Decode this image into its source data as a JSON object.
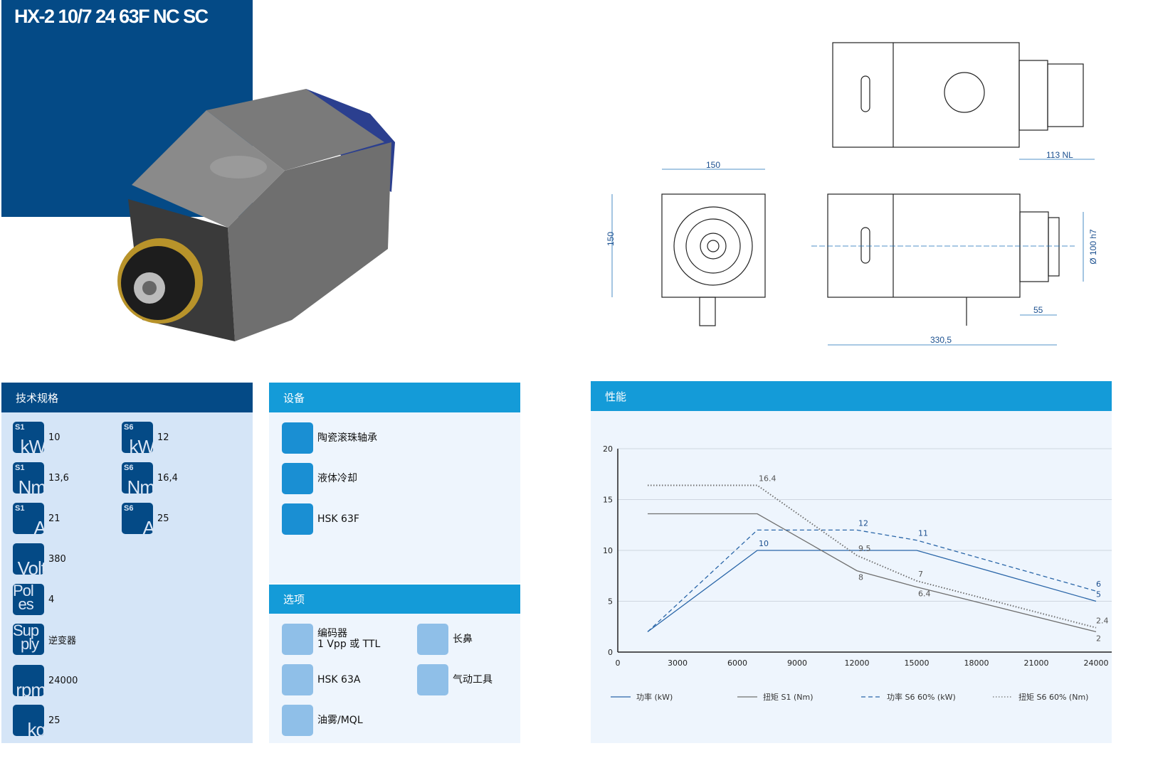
{
  "title": "HX-2 10/7 24 63F NC SC",
  "specs": {
    "header": "技术规格",
    "items": [
      {
        "tag": "S1",
        "unit": "kW",
        "value": "10"
      },
      {
        "tag": "S6",
        "unit": "kW",
        "value": "12"
      },
      {
        "tag": "S1",
        "unit": "Nm",
        "value": "13,6"
      },
      {
        "tag": "S6",
        "unit": "Nm",
        "value": "16,4"
      },
      {
        "tag": "S1",
        "unit": "A",
        "value": "21"
      },
      {
        "tag": "S6",
        "unit": "A",
        "value": "25"
      },
      {
        "unit": "Volt",
        "value": "380"
      },
      {
        "unit1": "Pol",
        "unit2": "es",
        "value": "4"
      },
      {
        "unit1": "Sup",
        "unit2": "ply",
        "value": "逆变器"
      },
      {
        "unit": "rpm",
        "value": "24000"
      },
      {
        "unit": "kg",
        "value": "25"
      }
    ]
  },
  "equipment": {
    "header": "设备",
    "items": [
      {
        "icon": "ceramic-bearing-icon",
        "label": "陶瓷滚珠轴承"
      },
      {
        "icon": "liquid-cooling-icon",
        "label": "液体冷却"
      },
      {
        "icon": "tool-holder-icon",
        "label": "HSK 63F"
      }
    ]
  },
  "options": {
    "header": "选项",
    "items": [
      {
        "icon": "encoder-icon",
        "label": "编码器",
        "label2": "1 Vpp 或 TTL"
      },
      {
        "icon": "long-nose-icon",
        "label": "长鼻"
      },
      {
        "icon": "tool-holder-icon",
        "label": "HSK 63A"
      },
      {
        "icon": "pneumatic-tool-icon",
        "label": "气动工具"
      },
      {
        "icon": "oil-mist-icon",
        "label": "油雾/MQL"
      }
    ]
  },
  "drawing": {
    "dims": [
      "150",
      "150",
      "113 NL",
      "Ø 100 h7",
      "55",
      "330,5"
    ]
  },
  "performance": {
    "header": "性能"
  },
  "colors": {
    "dark_blue": "#044a86",
    "light_blue": "#149bd8",
    "series_blue": "#2a66a8",
    "series_gray": "#707070"
  },
  "chart_data": {
    "type": "line",
    "xlim": [
      0,
      24000
    ],
    "ylim": [
      0,
      20
    ],
    "xticks": [
      "0",
      "3000",
      "6000",
      "9000",
      "12000",
      "15000",
      "18000",
      "21000",
      "24000"
    ],
    "yticks": [
      "0",
      "5",
      "10",
      "15",
      "20"
    ],
    "grid": true,
    "legend": "bottom",
    "series": [
      {
        "name": "功率 (kW)",
        "style": "solid",
        "color": "#2a66a8",
        "x": [
          1500,
          7000,
          15000,
          24000
        ],
        "y": [
          2,
          10,
          10,
          5
        ],
        "labels": [
          [
            "10",
            7000,
            10
          ],
          [
            "5",
            24000,
            5
          ]
        ]
      },
      {
        "name": "扭矩 S1 (Nm)",
        "style": "solid",
        "color": "#707070",
        "x": [
          1500,
          7000,
          12000,
          15000,
          24000
        ],
        "y": [
          13.6,
          13.6,
          8,
          6.4,
          2
        ],
        "labels": [
          [
            "8",
            12000,
            8
          ],
          [
            "6.4",
            15000,
            6.4
          ],
          [
            "2",
            24000,
            2
          ]
        ]
      },
      {
        "name": "功率 S6 60% (kW)",
        "style": "dashed",
        "color": "#2a66a8",
        "x": [
          1500,
          7000,
          12000,
          15000,
          24000
        ],
        "y": [
          2,
          12,
          12,
          11,
          6
        ],
        "labels": [
          [
            "12",
            12000,
            12
          ],
          [
            "11",
            15000,
            11
          ],
          [
            "6",
            24000,
            6
          ]
        ]
      },
      {
        "name": "扭矩 S6 60% (Nm)",
        "style": "dotted",
        "color": "#707070",
        "x": [
          1500,
          7000,
          12000,
          15000,
          24000
        ],
        "y": [
          16.4,
          16.4,
          9.5,
          7,
          2.4
        ],
        "labels": [
          [
            "16.4",
            7000,
            16.4
          ],
          [
            "9.5",
            12000,
            9.5
          ],
          [
            "7",
            15000,
            7
          ],
          [
            "2.4",
            24000,
            2.4
          ]
        ]
      }
    ]
  }
}
